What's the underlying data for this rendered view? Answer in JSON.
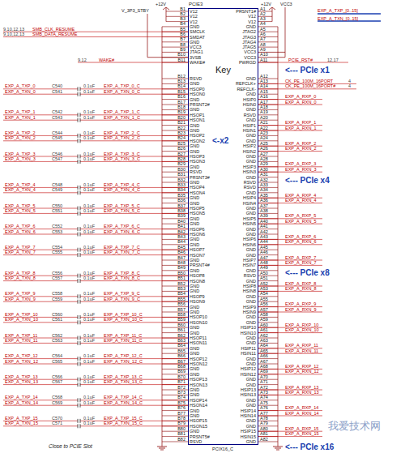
{
  "diagram": {
    "nodes": [
      {
        "text": [
          "PCIE3",
          "Key"
        ]
      }
    ],
    "labels": [
      "B1",
      "B2",
      "B3",
      "B4",
      "B5",
      "B6",
      "B7",
      "B8",
      "B9",
      "B10",
      "B11",
      "B12",
      "B13",
      "B14",
      "B15",
      "B16",
      "B17",
      "B18",
      "B19",
      "B20",
      "B21",
      "B22",
      "B23",
      "B24",
      "B25",
      "B26",
      "B27",
      "B28",
      "B29",
      "B30",
      "B31",
      "B32",
      "B33",
      "B34",
      "B35",
      "B36",
      "B37",
      "B38",
      "B39",
      "B40",
      "B41",
      "B42",
      "B43",
      "B44",
      "B45",
      "B46",
      "B47",
      "B48",
      "B49",
      "B50",
      "B51",
      "B52",
      "B53",
      "B54",
      "B55",
      "B56",
      "B57",
      "B58",
      "B59",
      "B60",
      "B61",
      "B62",
      "B63",
      "B64",
      "B65",
      "B66",
      "B67",
      "B68",
      "B69",
      "B70",
      "B71",
      "B72",
      "B73",
      "B74",
      "B75",
      "B76",
      "B77",
      "B78",
      "B79",
      "B80",
      "B81",
      "B82",
      "V12",
      "V12",
      "V12",
      "GND",
      "SMCLK",
      "SMDAT",
      "GND",
      "VCC3",
      "JTAG1",
      "3VSB",
      "WAKE#",
      "RSVD",
      "GND",
      "HSOP0",
      "HSON0",
      "GND",
      "PRSNT2#",
      "GND",
      "HSOP1",
      "HSON1",
      "GND",
      "GND",
      "HSOP2",
      "HSON2",
      "GND",
      "GND",
      "HSOP3",
      "HSON3",
      "GND",
      "RSVD",
      "PRSNT3#",
      "GND",
      "HSOP4",
      "HSON4",
      "GND",
      "GND",
      "HSOP5",
      "HSON5",
      "GND",
      "GND",
      "HSOP6",
      "HSON6",
      "GND",
      "GND",
      "HSOP7",
      "HSON7",
      "GND",
      "PRSNT4#",
      "GND",
      "HSOP8",
      "HSON8",
      "GND",
      "GND",
      "HSOP9",
      "HSON9",
      "GND",
      "GND",
      "HSOP10",
      "HSON10",
      "GND",
      "GND",
      "HSOP11",
      "HSON11",
      "GND",
      "GND",
      "HSOP12",
      "HSON12",
      "GND",
      "GND",
      "HSOP13",
      "HSON13",
      "GND",
      "GND",
      "HSOP14",
      "HSON14",
      "GND",
      "GND",
      "HSOP15",
      "HSON15",
      "GND",
      "PRSNT5#",
      "RSVD",
      "A1",
      "A2",
      "A3",
      "A4",
      "A5",
      "A6",
      "A7",
      "A8",
      "A9",
      "A10",
      "A11",
      "A12",
      "A13",
      "A14",
      "A15",
      "A16",
      "A17",
      "A18",
      "A19",
      "A20",
      "A21",
      "A22",
      "A23",
      "A24",
      "A25",
      "A26",
      "A27",
      "A28",
      "A29",
      "A30",
      "A31",
      "A32",
      "A33",
      "A34",
      "A35",
      "A36",
      "A37",
      "A38",
      "A39",
      "A40",
      "A41",
      "A42",
      "A43",
      "A44",
      "A45",
      "A46",
      "A47",
      "A48",
      "A49",
      "A50",
      "A51",
      "A52",
      "A53",
      "A54",
      "A55",
      "A56",
      "A57",
      "A58",
      "A59",
      "A60",
      "A61",
      "A62",
      "A63",
      "A64",
      "A65",
      "A66",
      "A67",
      "A68",
      "A69",
      "A70",
      "A71",
      "A72",
      "A73",
      "A74",
      "A75",
      "A76",
      "A77",
      "A78",
      "A79",
      "A80",
      "A81",
      "A82",
      "PRSNT1#",
      "V12",
      "V12",
      "GND",
      "JTAG2",
      "JTAG3",
      "JTAG4",
      "JTAG5",
      "VCC3",
      "VCC3",
      "PWRGD",
      "GND",
      "REFCLK+",
      "REFCLK-",
      "GND",
      "HSIP0",
      "HSIN0",
      "GND",
      "RSVD",
      "GND",
      "HSIP1",
      "HSIN1",
      "GND",
      "GND",
      "HSIP2",
      "HSIN2",
      "GND",
      "GND",
      "HSIP3",
      "HSIN3",
      "GND",
      "RSVD",
      "RSVD",
      "GND",
      "HSIP4",
      "HSIN4",
      "GND",
      "GND",
      "HSIP5",
      "HSIN5",
      "GND",
      "GND",
      "HSIP6",
      "HSIN6",
      "GND",
      "GND",
      "HSIP7",
      "HSIN7",
      "GND",
      "RSVD",
      "GND",
      "HSIP8",
      "HSIN8",
      "GND",
      "GND",
      "HSIP9",
      "HSIN9",
      "GND",
      "GND",
      "HSIP10",
      "HSIN10",
      "GND",
      "GND",
      "HSIP11",
      "HSIN11",
      "GND",
      "GND",
      "HSIP12",
      "HSIN12",
      "GND",
      "GND",
      "HSIP13",
      "HSIN13",
      "GND",
      "GND",
      "HSIP14",
      "HSIN14",
      "GND",
      "GND",
      "HSIP15",
      "HSIN15",
      "GND",
      "EXP_A_TXP_0",
      "C540",
      "0.1uF",
      "EXP_A_TXP_0_C",
      "EXP_A_TXN_0",
      "C541",
      "0.1uF",
      "EXP_A_TXN_0_C",
      "EXP_A_TXP_1",
      "C542",
      "0.1uF",
      "EXP_A_TXP_1_C",
      "EXP_A_TXN_1",
      "C543",
      "0.1uF",
      "EXP_A_TXN_1_C",
      "EXP_A_TXP_2",
      "C544",
      "0.1uF",
      "EXP_A_TXP_2_C",
      "EXP_A_TXN_2",
      "C545",
      "0.1uF",
      "EXP_A_TXN_2_C",
      "EXP_A_TXP_3",
      "C546",
      "0.1uF",
      "EXP_A_TXP_3_C",
      "EXP_A_TXN_3",
      "C547",
      "0.1uF",
      "EXP_A_TXN_3_C",
      "EXP_A_TXP_4",
      "C548",
      "0.1uF",
      "EXP_A_TXP_4_C",
      "EXP_A_TXN_4",
      "C549",
      "0.1uF",
      "EXP_A_TXN_4_C",
      "EXP_A_TXP_5",
      "C550",
      "0.1uF",
      "EXP_A_TXP_5_C",
      "EXP_A_TXN_5",
      "C551",
      "0.1uF",
      "EXP_A_TXN_5_C",
      "EXP_A_TXP_6",
      "C552",
      "0.1uF",
      "EXP_A_TXP_6_C",
      "EXP_A_TXN_6",
      "C553",
      "0.1uF",
      "EXP_A_TXN_6_C",
      "EXP_A_TXP_7",
      "C554",
      "0.1uF",
      "EXP_A_TXP_7_C",
      "EXP_A_TXN_7",
      "C555",
      "0.1uF",
      "EXP_A_TXN_7_C",
      "EXP_A_TXP_8",
      "C556",
      "0.1uF",
      "EXP_A_TXP_8_C",
      "EXP_A_TXN_8",
      "C557",
      "0.1uF",
      "EXP_A_TXN_8_C",
      "EXP_A_TXP_9",
      "C558",
      "0.1uF",
      "EXP_A_TXP_9_C",
      "EXP_A_TXN_9",
      "C559",
      "0.1uF",
      "EXP_A_TXN_9_C",
      "EXP_A_TXP_10",
      "C560",
      "0.1uF",
      "EXP_A_TXP_10_C",
      "EXP_A_TXN_10",
      "C561",
      "0.1uF",
      "EXP_A_TXN_10_C",
      "EXP_A_TXP_11",
      "C562",
      "0.1uF",
      "EXP_A_TXP_11_C",
      "EXP_A_TXN_11",
      "C563",
      "0.1uF",
      "EXP_A_TXN_11_C",
      "EXP_A_TXP_12",
      "C564",
      "0.1uF",
      "EXP_A_TXP_12_C",
      "EXP_A_TXN_12",
      "C565",
      "0.1uF",
      "EXP_A_TXN_12_C",
      "EXP_A_TXP_13",
      "C566",
      "0.1uF",
      "EXP_A_TXP_13_C",
      "EXP_A_TXN_13",
      "C567",
      "0.1uF",
      "EXP_A_TXN_13_C",
      "EXP_A_TXP_14",
      "C568",
      "0.1uF",
      "EXP_A_TXP_14_C",
      "EXP_A_TXN_14",
      "C569",
      "0.1uF",
      "EXP_A_TXN_14_C",
      "EXP_A_TXP_15",
      "C570",
      "0.1uF",
      "EXP_A_TXP_15_C",
      "EXP_A_TXN_15",
      "C571",
      "0.1uF",
      "EXP_A_TXN_15_C",
      "EXP_A_RXP_0",
      "EXP_A_RXN_0",
      "EXP_A_RXP_1",
      "EXP_A_RXN_1",
      "EXP_A_RXP_2",
      "EXP_A_RXN_2",
      "EXP_A_RXP_3",
      "EXP_A_RXN_3",
      "EXP_A_RXP_4",
      "EXP_A_RXN_4",
      "EXP_A_RXP_5",
      "EXP_A_RXN_5",
      "EXP_A_RXP_6",
      "EXP_A_RXN_6",
      "EXP_A_RXP_7",
      "EXP_A_RXN_7",
      "EXP_A_RXP_8",
      "EXP_A_RXN_8",
      "EXP_A_RXP_9",
      "EXP_A_RXN_9",
      "EXP_A_RXP_10",
      "EXP_A_RXN_10",
      "EXP_A_RXP_11",
      "EXP_A_RXN_11",
      "EXP_A_RXP_12",
      "EXP_A_RXN_12",
      "EXP_A_RXP_13",
      "EXP_A_RXN_13",
      "EXP_A_RXP_14",
      "EXP_A_RXN_14",
      "EXP_A_RXP_15",
      "EXP_A_RXN_15",
      "+12V",
      "+12V",
      "VCC3",
      "V_3P3_STBY",
      "9,10,12,13",
      "SMB_CLK_RESUME",
      "9,10,12,13",
      "SMB_DATA_RESUME",
      "9,12",
      "WAKE#",
      "PCIE_RST#",
      "12,17",
      "EXP_A_TXP_[0..15]",
      "EXP_A_TXN_[0..15]",
      "CK_PE_100M_16PORT",
      "4",
      "CK_PE_100M_16PORT#",
      "4",
      "<--- PCIe x1",
      "<-x2",
      "<--- PCIe x4",
      "<--- PCIe x8",
      "<--- PCIe x16",
      "Close to PCIE Slot",
      "PCIX16_C",
      "我爱技术网"
    ]
  }
}
